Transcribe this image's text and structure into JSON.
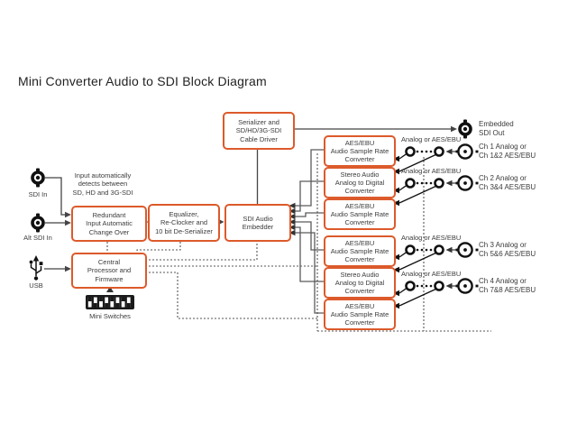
{
  "title": "Mini Converter Audio to SDI Block Diagram",
  "colors": {
    "accent_orange": "#DC5A2B",
    "line_gray": "#454545",
    "text_dark": "#3b3b3b"
  },
  "left_inputs": {
    "sdi_in_label": "SDI In",
    "alt_sdi_in_label": "Alt SDI In",
    "usb_label": "USB",
    "mini_switches_label": "Mini Switches",
    "auto_detect_note": "Input automatically\ndetects between\nSD, HD and 3G-SDI"
  },
  "blocks": {
    "redundant": "Redundant\nInput Automatic\nChange Over",
    "central_processor": "Central\nProcessor and\nFirmware",
    "equalizer": "Equalizer,\nRe-Clocker and\n10 bit De-Serializer",
    "embedder": "SDI Audio\nEmbedder",
    "serializer": "Serializer and\nSD/HD/3G-SDI\nCable Driver",
    "converters": [
      {
        "text": "AES/EBU\nAudio Sample Rate\nConverter"
      },
      {
        "text": "Stereo Audio\nAnalog to Digital\nConverter"
      },
      {
        "text": "AES/EBU\nAudio Sample Rate\nConverter"
      },
      {
        "text": "AES/EBU\nAudio Sample Rate\nConverter"
      },
      {
        "text": "Stereo Audio\nAnalog to Digital\nConverter"
      },
      {
        "text": "AES/EBU\nAudio Sample Rate\nConverter"
      }
    ]
  },
  "outputs": {
    "embedded_out_label": "Embedded\nSDI Out",
    "channels": [
      {
        "switch_label": "Analog or AES/EBU",
        "channel_label": "Ch 1 Analog or\nCh 1&2 AES/EBU"
      },
      {
        "switch_label": "Analog or AES/EBU",
        "channel_label": "Ch 2 Analog or\nCh 3&4 AES/EBU"
      },
      {
        "switch_label": "Analog or AES/EBU",
        "channel_label": "Ch 3 Analog or\nCh 5&6 AES/EBU"
      },
      {
        "switch_label": "Analog or AES/EBU",
        "channel_label": "Ch 4 Analog or\nCh 7&8 AES/EBU"
      }
    ]
  }
}
